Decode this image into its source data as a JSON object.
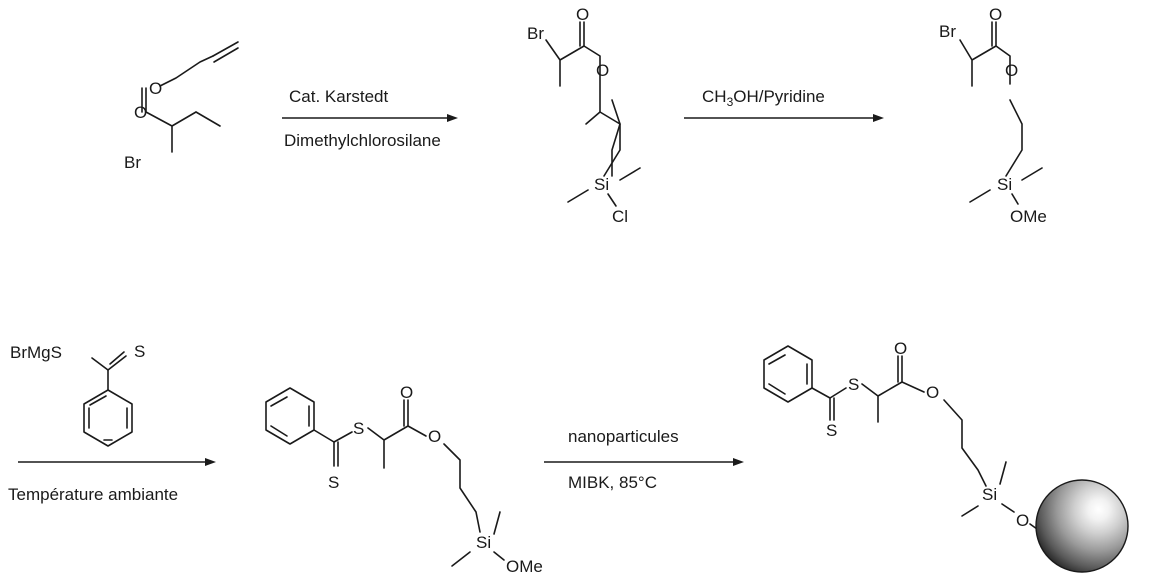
{
  "scheme": {
    "steps": [
      {
        "reagent_top": "Cat. Karstedt",
        "reagent_bottom": "Dimethylchlorosilane"
      },
      {
        "reagent_top_main": "CH",
        "reagent_top_sub": "3",
        "reagent_top_rest": "OH/Pyridine",
        "reagent_bottom": ""
      },
      {
        "reagent_top": "",
        "reagent_bottom": "Température ambiante"
      },
      {
        "reagent_top": "nanoparticules",
        "reagent_bottom": "MIBK, 85°C"
      }
    ],
    "atoms": {
      "oxygen": "O",
      "bromine": "Br",
      "silicon": "Si",
      "chlorine": "Cl",
      "methoxy": "OMe",
      "sulfur": "S",
      "grignard": "BrMgS"
    }
  }
}
